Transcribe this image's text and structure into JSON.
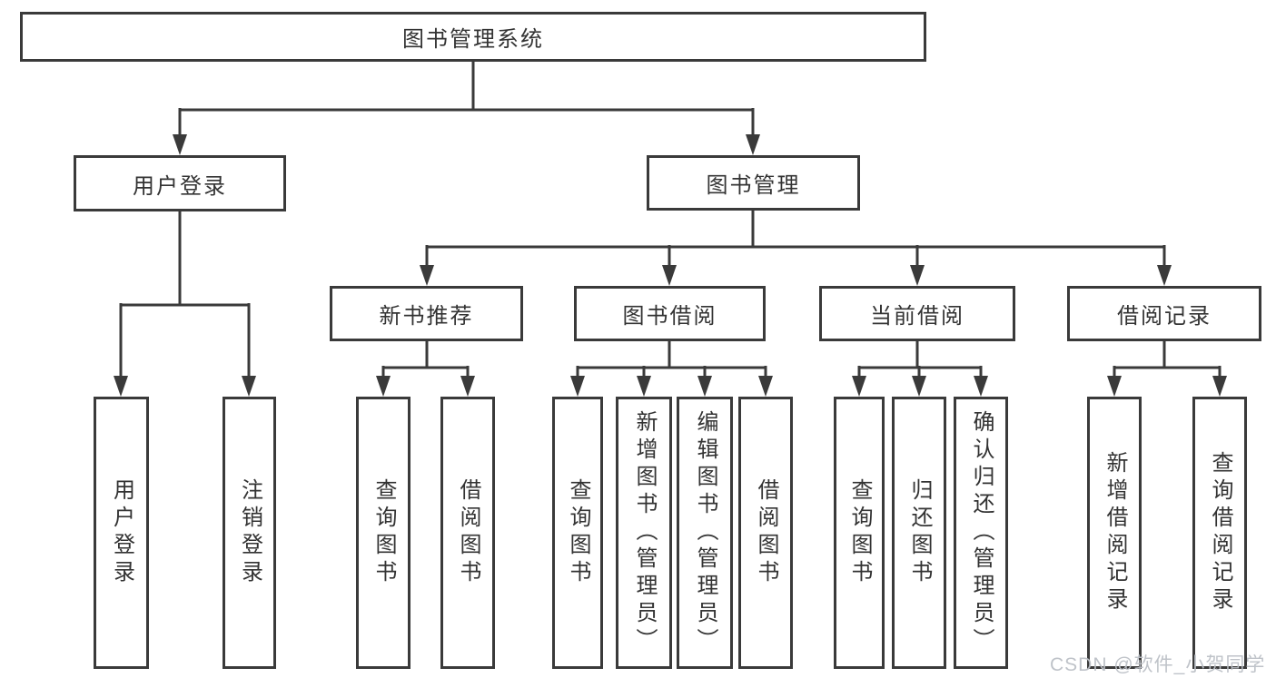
{
  "diagram_type": "hierarchy-tree",
  "colors": {
    "line": "#3a3a3a",
    "box_border": "#3a3a3a",
    "text": "#333333",
    "background": "#ffffff",
    "watermark": "#bcc0c6"
  },
  "tree": {
    "root": {
      "label": "图书管理系统",
      "children": [
        {
          "label": "用户登录",
          "children": [
            {
              "label": "用户登录"
            },
            {
              "label": "注销登录"
            }
          ]
        },
        {
          "label": "图书管理",
          "children": [
            {
              "label": "新书推荐",
              "children": [
                {
                  "label": "查询图书"
                },
                {
                  "label": "借阅图书"
                }
              ]
            },
            {
              "label": "图书借阅",
              "children": [
                {
                  "label": "查询图书"
                },
                {
                  "label": "新增图书（管理员）"
                },
                {
                  "label": "编辑图书（管理员）"
                },
                {
                  "label": "借阅图书"
                }
              ]
            },
            {
              "label": "当前借阅",
              "children": [
                {
                  "label": "查询图书"
                },
                {
                  "label": "归还图书"
                },
                {
                  "label": "确认归还（管理员）"
                }
              ]
            },
            {
              "label": "借阅记录",
              "children": [
                {
                  "label": "新增借阅记录"
                },
                {
                  "label": "查询借阅记录"
                }
              ]
            }
          ]
        }
      ]
    }
  },
  "watermark": {
    "text": "CSDN @软件_小贺同学"
  }
}
